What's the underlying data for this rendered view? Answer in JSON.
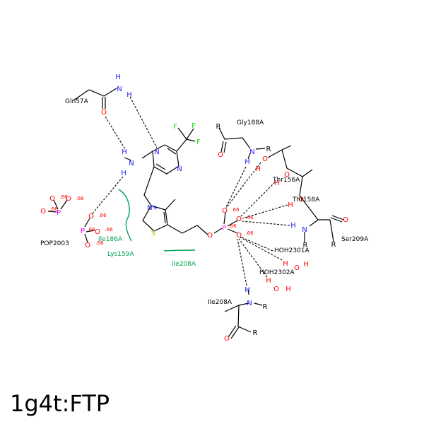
{
  "title": "1g4t:FTP",
  "labels": {
    "gln57": "Gln57A",
    "gly188": "Gly188A",
    "thr156": "Thr156A",
    "thr158": "Thr158A",
    "ser209": "Ser209A",
    "hoh2301": "HOH2301A",
    "hoh2302": "HOH2302A",
    "ile208b": "Ile208A",
    "pop2003": "POP2003",
    "ile186": "Ile186A",
    "lys159": "Lys159A",
    "ile208": "Ile208A"
  },
  "atoms": {
    "N": "N",
    "H": "H",
    "O": "O",
    "P": "P",
    "F": "F",
    "S": "S",
    "R": "R",
    "Nplus": "N+",
    "occ": ".66"
  }
}
